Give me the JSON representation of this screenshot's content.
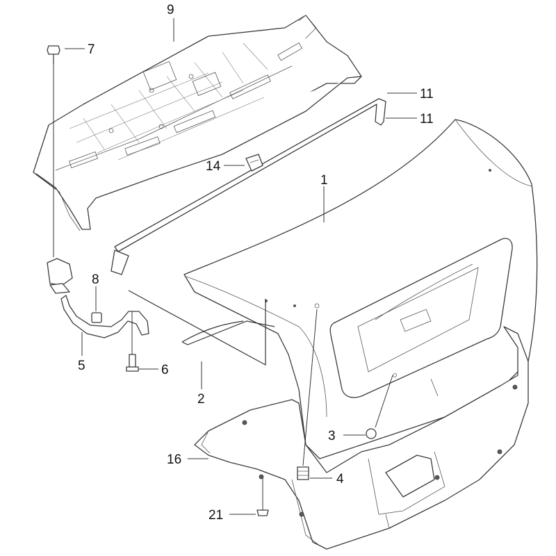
{
  "diagram": {
    "callouts": {
      "c1": "1",
      "c2": "2",
      "c3": "3",
      "c4": "4",
      "c5": "5",
      "c6": "6",
      "c7": "7",
      "c8": "8",
      "c9": "9",
      "c11a": "11",
      "c11b": "11",
      "c14": "14",
      "c16": "16",
      "c21": "21"
    }
  }
}
